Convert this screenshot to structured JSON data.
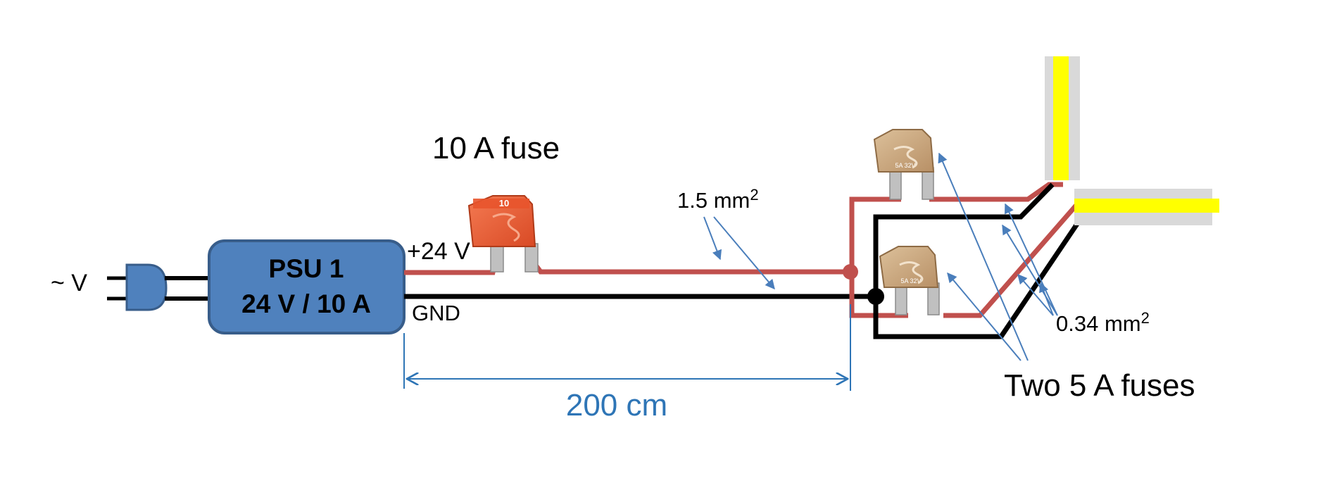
{
  "labels": {
    "ac_input": "~ V",
    "psu_name": "PSU 1",
    "psu_rating": "24 V / 10 A",
    "positive": "+24 V",
    "ground": "GND",
    "main_fuse": "10 A fuse",
    "main_fuse_marking": "10",
    "main_wire_gauge": "1.5 mm",
    "main_wire_gauge_sup": "2",
    "branch_wire_gauge": "0.34 mm",
    "branch_wire_gauge_sup": "2",
    "branch_fuses": "Two 5 A fuses",
    "small_fuse_marking": "5A 32V",
    "distance": "200 cm"
  },
  "colors": {
    "psu_fill": "#4f81bd",
    "psu_border": "#385d8a",
    "positive_wire": "#c0504d",
    "ground_wire": "#000000",
    "dimension": "#2e75b6",
    "arrows": "#4a7ebb",
    "led_strip": "#ffff00",
    "led_strip_backing": "#d9d9d9",
    "fuse_10a": "#e8542c",
    "fuse_5a": "#c9a77c",
    "fuse_leg": "#c0c0c0"
  },
  "icons": [
    "plug-icon",
    "fuse-10a-icon",
    "fuse-5a-icon",
    "led-strip-icon"
  ]
}
